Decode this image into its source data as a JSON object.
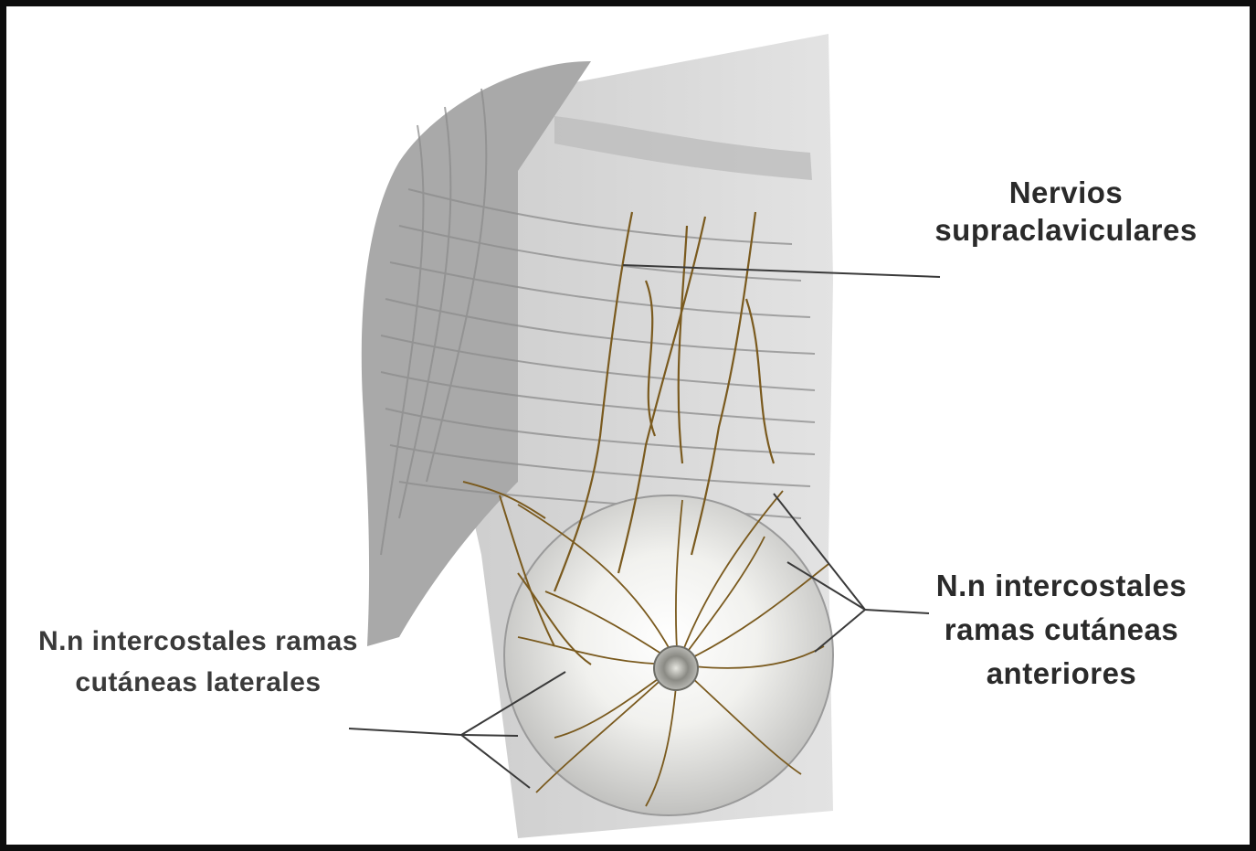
{
  "labels": {
    "supraclavicular": {
      "line1": "Nervios",
      "line2": "supraclaviculares"
    },
    "anterior": {
      "line1": "N.n intercostales",
      "line2": "ramas cutáneas",
      "line3": "anteriores"
    },
    "lateral": {
      "line1": "N.n intercostales ramas",
      "line2": "cutáneas laterales"
    }
  },
  "colors": {
    "frame": "#0d0d0d",
    "nerve": "#7a5a1e",
    "muscle": "#9a9a9a",
    "text": "#2a2a2a"
  }
}
